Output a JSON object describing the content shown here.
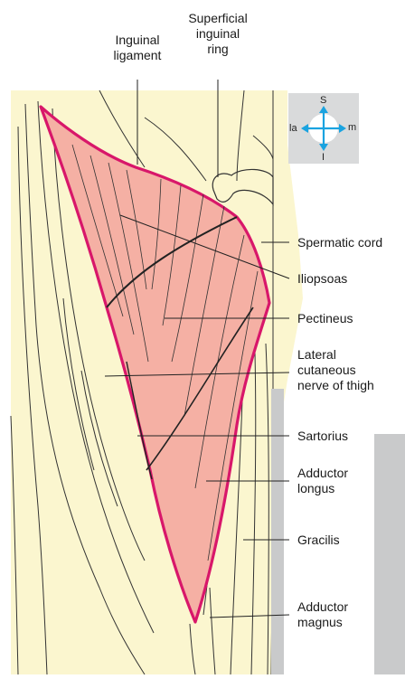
{
  "labels": {
    "inguinal_ligament": "Inguinal\nligament",
    "superficial_inguinal_ring": "Superficial\ninguinal\nring",
    "spermatic_cord": "Spermatic cord",
    "iliopsoas": "Iliopsoas",
    "pectineus": "Pectineus",
    "lateral_cutaneous_nerve": "Lateral\ncutaneous\nnerve of thigh",
    "sartorius": "Sartorius",
    "adductor_longus": "Adductor\nlongus",
    "gracilis": "Gracilis",
    "adductor_magnus": "Adductor\nmagnus"
  },
  "orientation": {
    "superior": "S",
    "inferior": "I",
    "lateral": "la",
    "medial": "m"
  },
  "colors": {
    "skin": "#fbf6cf",
    "triangle_fill": "#f5b0a4",
    "triangle_border": "#d8176a",
    "grey_bar": "#c9cacb",
    "arrow": "#1aa3e0"
  }
}
